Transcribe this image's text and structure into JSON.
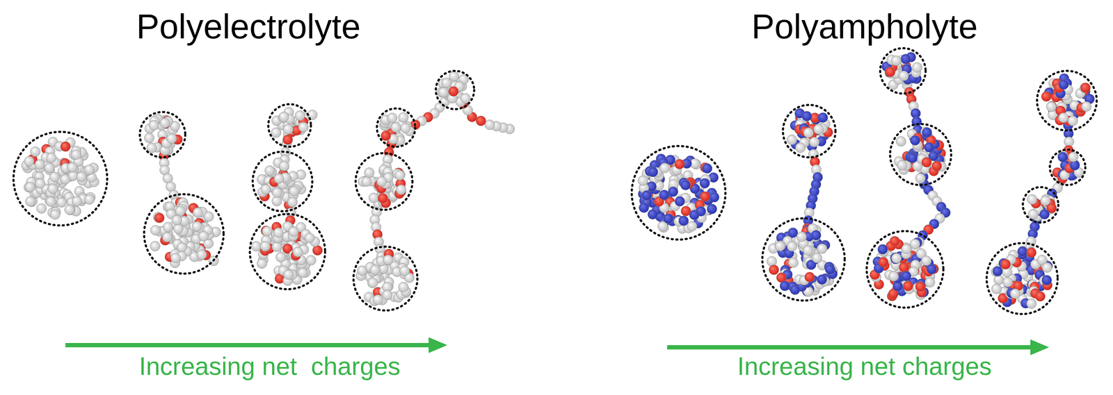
{
  "diagram": {
    "labels": [
      "Polyelectrolyte",
      "Increasing net  charges",
      "Polyampholyte",
      "Increasing net charges"
    ]
  }
}
